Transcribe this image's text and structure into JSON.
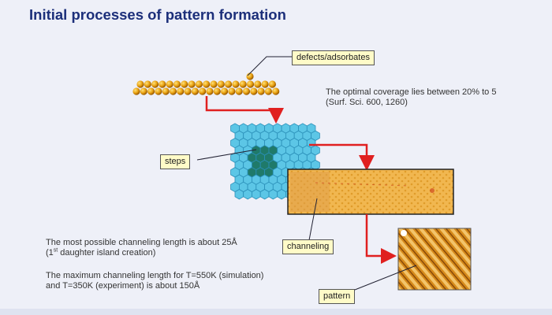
{
  "title": "Initial processes of pattern formation",
  "labels": {
    "defects": "defects/adsorbates",
    "steps": "steps",
    "channeling": "channeling",
    "pattern": "pattern"
  },
  "notes": {
    "coverage_line1": "The optimal coverage lies between 20% to 5",
    "coverage_line2": "(Surf. Sci. 600, 1260)",
    "length_line1": "The most possible channeling length is about 25Å",
    "length_line2_pre": "(1",
    "length_line2_sup": "st",
    "length_line2_post": " daughter island creation)",
    "max_line1": "The maximum channeling length for T=550K (simulation)",
    "max_line2": "and T=350K (experiment) is about 150Å"
  },
  "colors": {
    "title": "#1c2f7a",
    "arrow": "#e02020",
    "atom": "#e8a010",
    "hex": "#5cc6e6",
    "label_bg": "#fffbc8"
  }
}
